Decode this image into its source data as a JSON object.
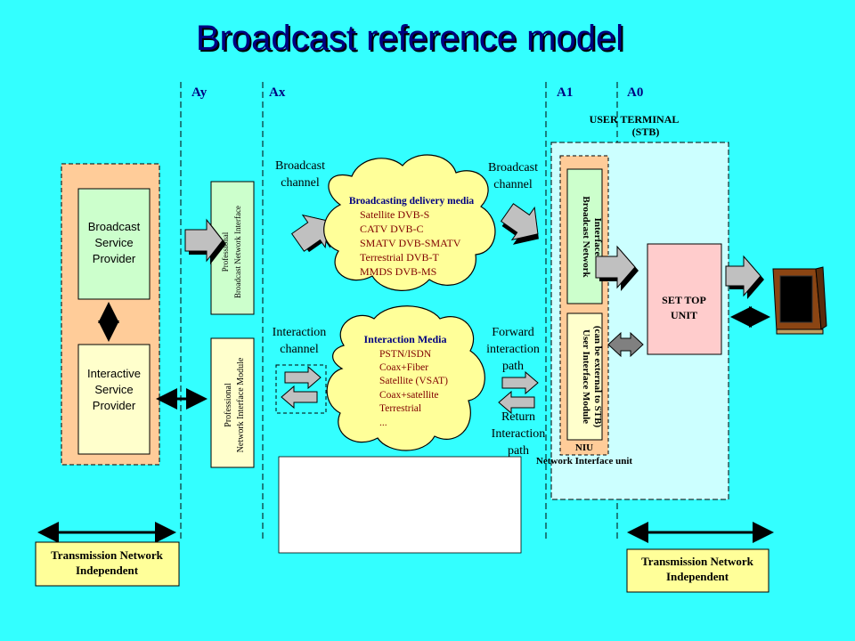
{
  "title": "Broadcast reference model",
  "ref_points": [
    "Ay",
    "Ax",
    "A1",
    "A0"
  ],
  "user_terminal": [
    "USER TERMINAL",
    "(STB)"
  ],
  "broadcast_service_provider": [
    "Broadcast",
    "Service",
    "Provider"
  ],
  "interactive_service_provider": [
    "Interactive",
    "Service",
    "Provider"
  ],
  "professional_bni": [
    "Professional",
    "Broadcast Network Interface"
  ],
  "professional_nim": [
    "Professional",
    "Network Interface Module"
  ],
  "broadcast_channel_left": [
    "Broadcast",
    "channel"
  ],
  "broadcast_channel_right": [
    "Broadcast",
    "channel"
  ],
  "interaction_channel": [
    "Interaction",
    "channel"
  ],
  "forward_path": [
    "Forward",
    "interaction",
    "path"
  ],
  "return_path": [
    "Return",
    "Interaction",
    "path"
  ],
  "delivery_cloud": {
    "title": "Broadcasting delivery media",
    "items": [
      "Satellite DVB-S",
      "CATV  DVB-C",
      "SMATV  DVB-SMATV",
      "Terrestrial DVB-T",
      "MMDS DVB-MS"
    ]
  },
  "interaction_cloud": {
    "title": "Interaction Media",
    "items": [
      "PSTN/ISDN",
      "Coax+Fiber",
      "Satellite (VSAT)",
      "Coax+satellite",
      "Terrestrial",
      "..."
    ]
  },
  "bni_module": [
    "Broadcast Network",
    "Interface"
  ],
  "uim_module": [
    "User Interface Module",
    "(can be external to STB)"
  ],
  "niu": "NIU",
  "niu_full": "Network Interface unit",
  "set_top_unit": [
    "SET TOP",
    "UNIT"
  ],
  "tni_left": [
    "Transmission Network",
    "Independent"
  ],
  "tni_right": [
    "Transmission Network",
    "Independent"
  ],
  "colors": {
    "background": "#33ffff",
    "title": "#000080",
    "peach": "#ffcc99",
    "green": "#ccffcc",
    "yellow": "#ffffcc",
    "cloud": "#ffff99",
    "pink": "#ffcccc",
    "stb_area": "#ccffff",
    "tni": "#ffff99"
  }
}
